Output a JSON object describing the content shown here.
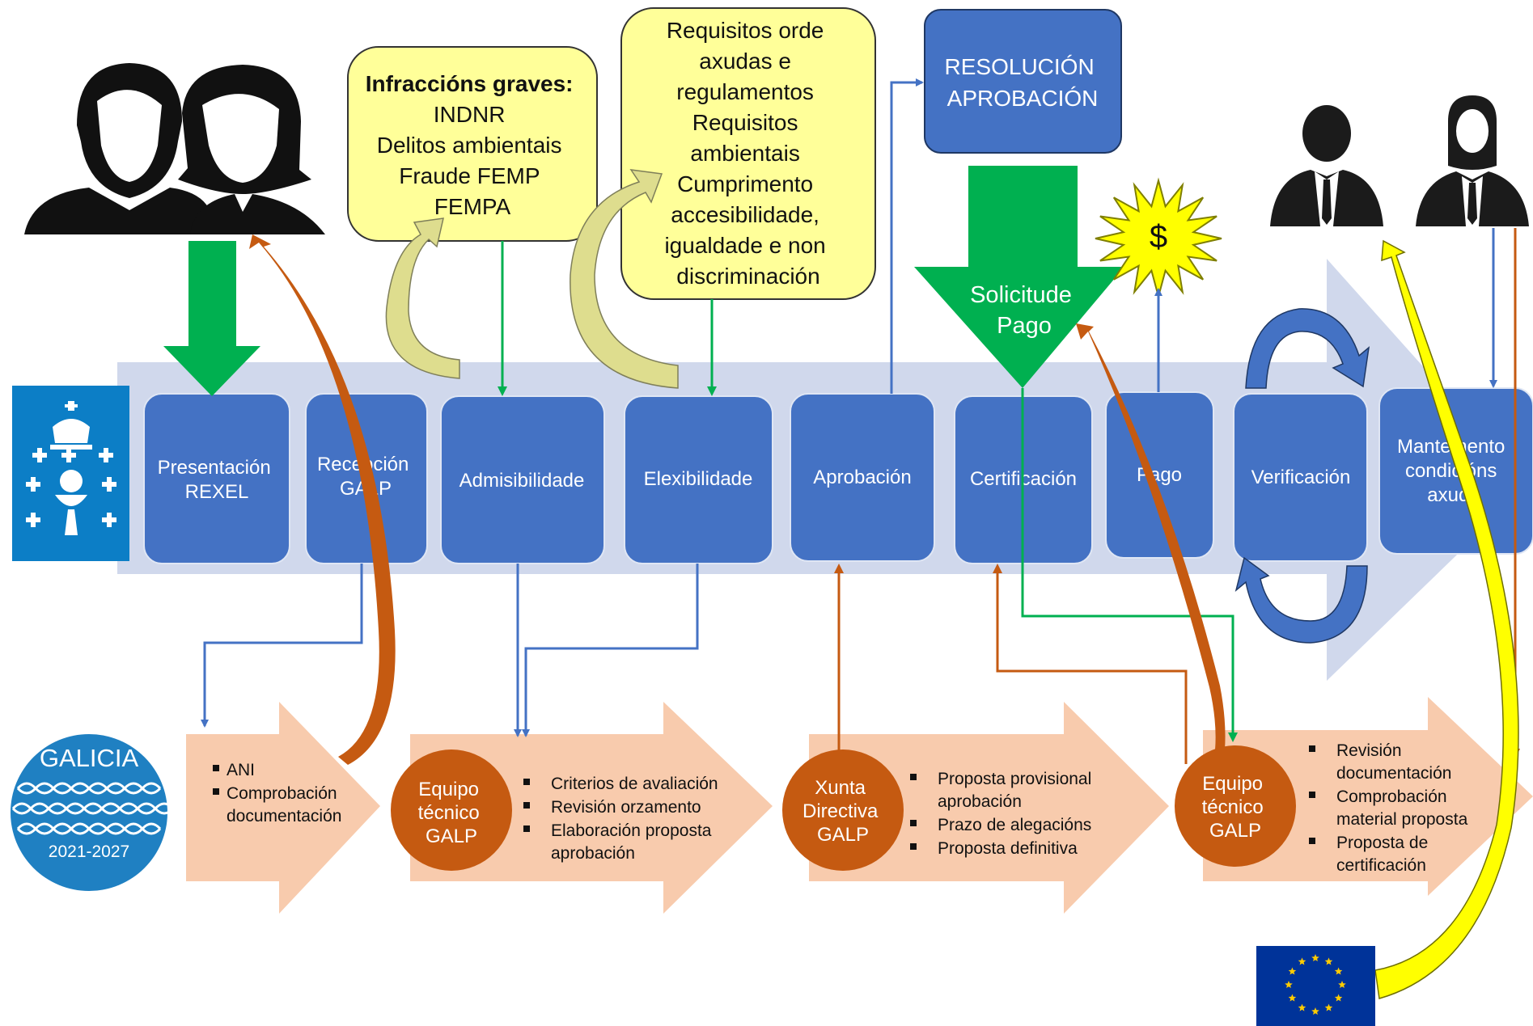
{
  "stages": [
    {
      "id": "presentacion",
      "lines": [
        "Presentación",
        "REXEL"
      ]
    },
    {
      "id": "recepcion",
      "lines": [
        "Recepción",
        "GALP"
      ]
    },
    {
      "id": "admisibilidade",
      "lines": [
        "Admisibilidade"
      ]
    },
    {
      "id": "elexibilidade",
      "lines": [
        "Elexibilidade"
      ]
    },
    {
      "id": "aprobacion",
      "lines": [
        "Aprobación"
      ]
    },
    {
      "id": "certificacion",
      "lines": [
        "Certificación"
      ]
    },
    {
      "id": "pago",
      "lines": [
        "Pago"
      ]
    },
    {
      "id": "verificacion",
      "lines": [
        "Verificación"
      ]
    },
    {
      "id": "mantemento",
      "lines": [
        "Mantemento",
        "condicións",
        "axuda"
      ]
    }
  ],
  "infraccions": {
    "title": "Infraccións graves:",
    "lines": [
      "INDNR",
      "Delitos ambientais",
      "Fraude FEMP",
      "FEMPA"
    ]
  },
  "requisitos": {
    "lines": [
      "Requisitos orde",
      "axudas e",
      "regulamentos",
      "Requisitos",
      "ambientais",
      "Cumprimento",
      "accesibilidade,",
      "igualdade e non",
      "discriminación"
    ]
  },
  "resolucion": {
    "lines": [
      "RESOLUCIÓN",
      "APROBACIÓN"
    ]
  },
  "solicitude_pago": {
    "lines": [
      "Solicitude",
      "Pago"
    ]
  },
  "dollar_sign": "$",
  "galicia_logo": {
    "name": "GALICIA",
    "years": "2021-2027"
  },
  "bottom_groups": [
    {
      "id": "recepcion-checks",
      "actor": null,
      "items": [
        [
          "ANI"
        ],
        [
          "Comprobación",
          "documentación"
        ]
      ]
    },
    {
      "id": "equipo-tecnico-1",
      "actor": [
        "Equipo",
        "técnico",
        "GALP"
      ],
      "items": [
        [
          "Criterios de avaliación"
        ],
        [
          "Revisión orzamento"
        ],
        [
          "Elaboración proposta",
          "aprobación"
        ]
      ]
    },
    {
      "id": "xunta-directiva",
      "actor": [
        "Xunta",
        "Directiva",
        "GALP"
      ],
      "items": [
        [
          "Proposta provisional",
          "aprobación"
        ],
        [
          "Prazo de alegacións"
        ],
        [
          "Proposta definitiva"
        ]
      ]
    },
    {
      "id": "equipo-tecnico-2",
      "actor": [
        "Equipo",
        "técnico",
        "GALP"
      ],
      "items": [
        [
          "Revisión",
          "documentación"
        ],
        [
          "Comprobación",
          "material proposta"
        ],
        [
          "Proposta de",
          "certificación"
        ]
      ]
    }
  ],
  "colors": {
    "stage_blue": "#4472c4",
    "band": "#d0d8ec",
    "yellow_box": "#ffff99",
    "green": "#00b050",
    "orange": "#c55a11",
    "peach": "#f8cbad",
    "arrow_blue": "#4472c4",
    "eu_blue": "#003399",
    "star_yellow": "#ffff00",
    "curve_yellow": "#ffff00"
  },
  "icons": [
    "people-silhouette-icon",
    "business-people-icon",
    "xunta-coat-of-arms-icon",
    "eu-flag-icon",
    "starburst-icon"
  ]
}
